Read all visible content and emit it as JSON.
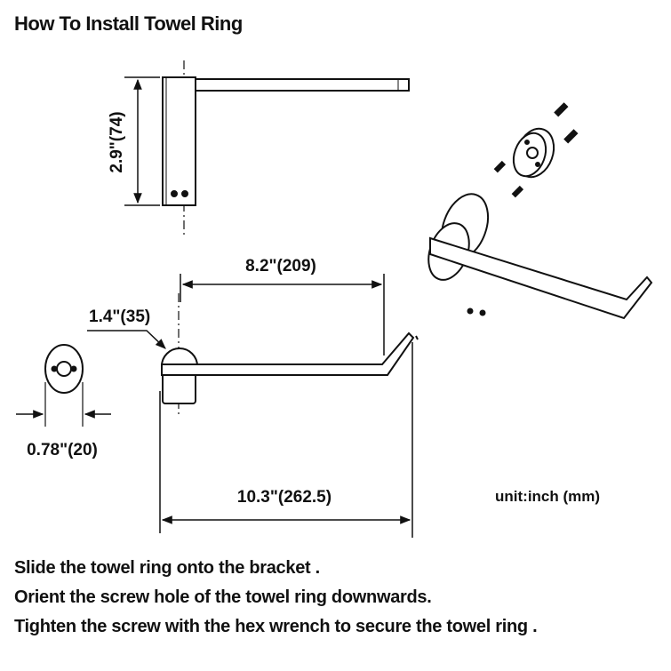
{
  "title": "How To Install Towel Ring",
  "dimensions": {
    "height": "2.9\"(74)",
    "ring_depth": "8.2\"(209)",
    "base_diameter": "1.4\"(35)",
    "base_width": "0.78\"(20)",
    "total_length": "10.3\"(262.5)"
  },
  "unit_note": "unit:inch (mm)",
  "steps": [
    "Slide the towel ring onto the bracket .",
    "Orient the screw hole of the towel ring downwards.",
    "Tighten the screw with the hex wrench to secure the towel ring ."
  ]
}
